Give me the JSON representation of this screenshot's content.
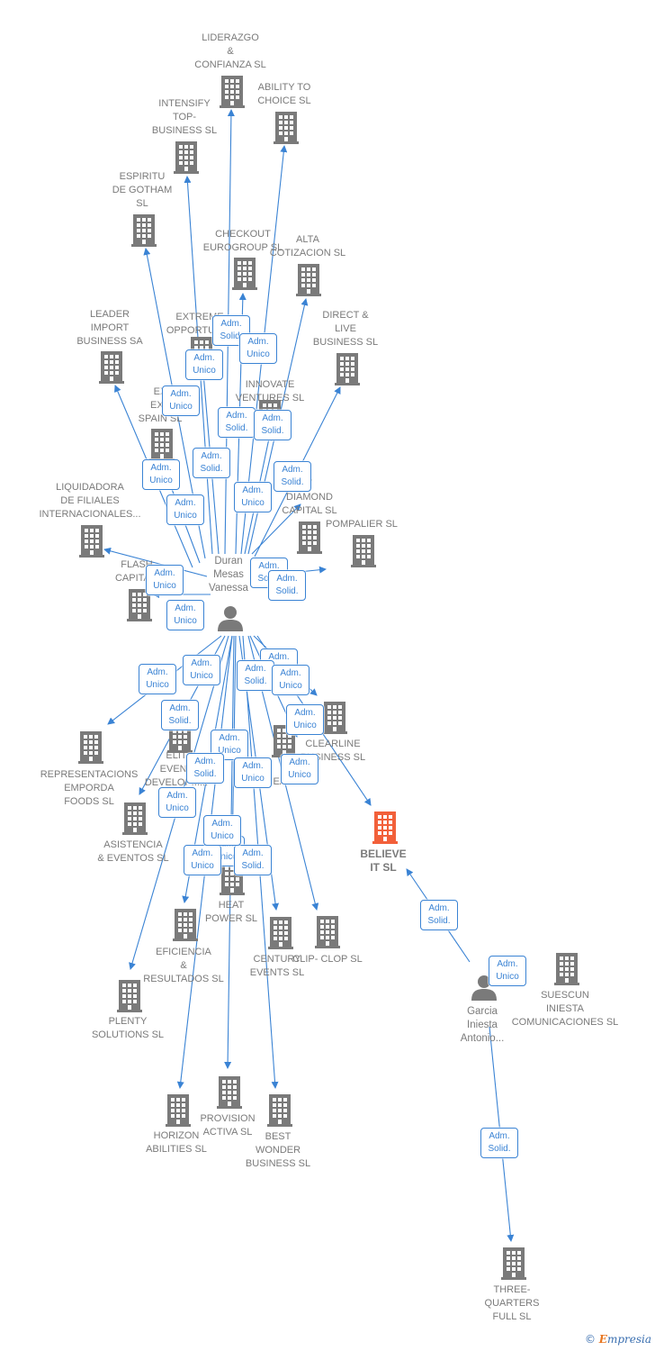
{
  "colors": {
    "edge": "#3a83d4",
    "building": "#7a7a7a",
    "focus_building": "#f2603a",
    "label": "#7a7a7a",
    "badge_border": "#3a83d4"
  },
  "people": [
    {
      "id": "p1",
      "label": "Duran\nMesas\nVanessa",
      "icon": "person-icon"
    },
    {
      "id": "p2",
      "label": "Garcia\nIniesta\nAntonio..."
    }
  ],
  "companies": [
    {
      "id": "c1",
      "label": "LIDERAZGO\n&\nCONFIANZA SL"
    },
    {
      "id": "c2",
      "label": "ABILITY TO\nCHOICE SL"
    },
    {
      "id": "c3",
      "label": "INTENSIFY\nTOP-\nBUSINESS SL"
    },
    {
      "id": "c4",
      "label": "ESPIRITU\nDE GOTHAM\nSL"
    },
    {
      "id": "c5",
      "label": "CHECKOUT\nEUROGROUP SL"
    },
    {
      "id": "c6",
      "label": "ALTA\nCOTIZACION SL"
    },
    {
      "id": "c7",
      "label": "LEADER\nIMPORT\nBUSINESS SA"
    },
    {
      "id": "c8",
      "label": "EXTREME\nOPPORTUNI..."
    },
    {
      "id": "c9",
      "label": "DIRECT &\nLIVE\nBUSINESS SL"
    },
    {
      "id": "c10",
      "label": "EX\nEXP\nSPAIN SL"
    },
    {
      "id": "c11",
      "label": "INNOVATE\nVENTURES SL"
    },
    {
      "id": "c12",
      "label": "LIQUIDADORA\nDE FILIALES\nINTERNACIONALES..."
    },
    {
      "id": "c13",
      "label": "T\nDIAMOND\nCAPITAL SL"
    },
    {
      "id": "c14",
      "label": "POMPALIER SL"
    },
    {
      "id": "c15",
      "label": "FLASH\nCAPITA..."
    },
    {
      "id": "c16",
      "label": "CLEARLINE\nBUSINESS SL"
    },
    {
      "id": "c17",
      "label": "REPRESENTACIONS\nEMPORDA\nFOODS  SL"
    },
    {
      "id": "c18",
      "label": "ELIT\nEVENT\nDEVELOPM..."
    },
    {
      "id": "c19",
      "label": "K\nEAT SL"
    },
    {
      "id": "c20",
      "label": "BELIEVE\nIT  SL",
      "focus": true
    },
    {
      "id": "c21",
      "label": "ASISTENCIA\n& EVENTOS  SL"
    },
    {
      "id": "c22",
      "label": "HEAT\nPOWER SL"
    },
    {
      "id": "c23",
      "label": "EFICIENCIA\n&\nRESULTADOS SL"
    },
    {
      "id": "c24",
      "label": "CENTURY\nEVENTS  SL"
    },
    {
      "id": "c25",
      "label": "CLIP- CLOP SL"
    },
    {
      "id": "c26",
      "label": "SUESCUN\nINIESTA\nCOMUNICACIONES SL"
    },
    {
      "id": "c27",
      "label": "PLENTY\nSOLUTIONS SL"
    },
    {
      "id": "c28",
      "label": "HORIZON\nABILITIES SL"
    },
    {
      "id": "c29",
      "label": "PROVISION\nACTIVA SL"
    },
    {
      "id": "c30",
      "label": "BEST\nWONDER\nBUSINESS SL"
    },
    {
      "id": "c31",
      "label": "THREE-\nQUARTERS\nFULL SL"
    }
  ],
  "badges": [
    "Adm.\nSolid.",
    "Adm.\nUnico",
    "Adm.\nUnico",
    "Adm.\nUnico",
    "Adm.\nSolid.",
    "Adm.\nSolid.",
    "Adm.\nSolid.",
    "Adm.\nUnico",
    "Adm.\nSolid.",
    "Adm.\nUnico",
    "Adm.\nUnico",
    "Adm.\nUnico",
    "Adm.\nSolid.",
    "Adm.\nSolid.",
    "Adm.\nUnico",
    "Adm.\nSolid.",
    "Adm.\nUnico",
    "Adm.\nUnico",
    "Adm.\nSolid.",
    "Adm.\nSolid.",
    "Adm.\nUnico",
    "Adm.\nUnico",
    "Adm.\nSolid.",
    "Adm.\nUnico",
    "Adm.\nUnico",
    "Adm.\nUnico",
    "Adm.\nUnico",
    "Adm.\nSolid.",
    "Adm.\nSolid.",
    "Adm.\nUnico",
    "Adm.\nSolid.",
    "Adm.\nUnico",
    "Adm.\nUnico",
    "Adm.\nUnico"
  ],
  "footer": {
    "copyright": "©",
    "brand_initial": "E",
    "brand_rest": "mpresia"
  }
}
